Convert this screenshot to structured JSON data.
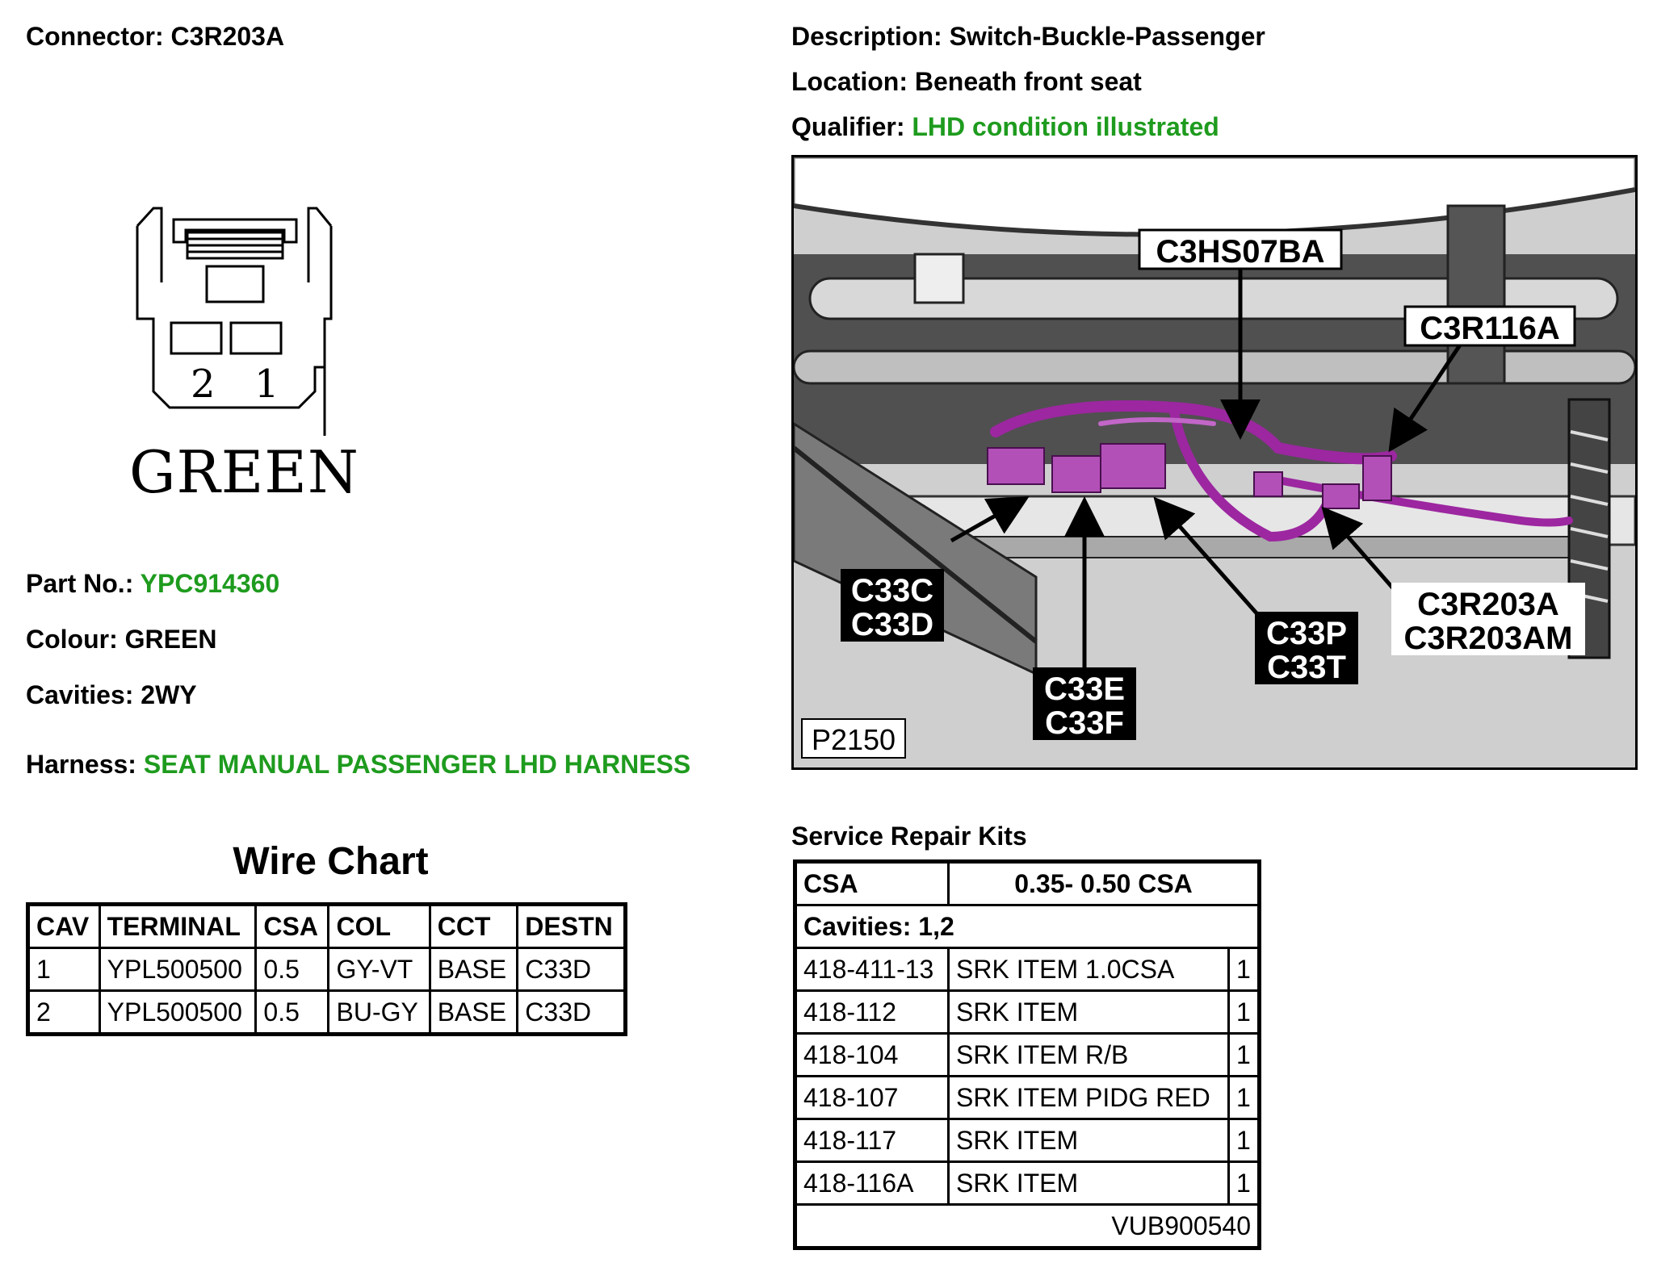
{
  "connector": {
    "label": "Connector:",
    "value": "C3R203A"
  },
  "description": {
    "label": "Description:",
    "value": "Switch-Buckle-Passenger"
  },
  "location": {
    "label": "Location:",
    "value": "Beneath front seat"
  },
  "qualifier": {
    "label": "Qualifier:",
    "value": "LHD condition illustrated"
  },
  "drawing": {
    "pin_labels": [
      "2",
      "1"
    ],
    "colour_text": "GREEN"
  },
  "part_no": {
    "label": "Part No.:",
    "value": "YPC914360"
  },
  "colour": {
    "label": "Colour:",
    "value": "GREEN"
  },
  "cavities": {
    "label": "Cavities:",
    "value": "2WY"
  },
  "harness": {
    "label": "Harness:",
    "value": "SEAT MANUAL PASSENGER LHD HARNESS"
  },
  "wire_chart": {
    "title": "Wire Chart",
    "headers": [
      "CAV",
      "TERMINAL",
      "CSA",
      "COL",
      "CCT",
      "DESTN"
    ],
    "rows": [
      [
        "1",
        "YPL500500",
        "0.5",
        "GY-VT",
        "BASE",
        "C33D"
      ],
      [
        "2",
        "YPL500500",
        "0.5",
        "BU-GY",
        "BASE",
        "C33D"
      ]
    ]
  },
  "photo": {
    "callouts": {
      "c3hs07ba": "C3HS07BA",
      "c3r116a": "C3R116A",
      "c33c": "C33C",
      "c33d": "C33D",
      "c33e": "C33E",
      "c33f": "C33F",
      "c33p": "C33P",
      "c33t": "C33T",
      "c3r203a": "C3R203A",
      "c3r203am": "C3R203AM"
    },
    "figure_id": "P2150",
    "colors": {
      "harness": "#9c27a0",
      "background": "#cfcfcf"
    }
  },
  "service_kits": {
    "title": "Service Repair Kits",
    "csa_label": "CSA",
    "csa_value": "0.35- 0.50 CSA",
    "cavities_text": "Cavities: 1,2",
    "items": [
      [
        "418-411-13",
        "SRK ITEM 1.0CSA",
        "1"
      ],
      [
        "418-112",
        "SRK ITEM",
        "1"
      ],
      [
        "418-104",
        "SRK ITEM R/B",
        "1"
      ],
      [
        "418-107",
        "SRK ITEM PIDG RED",
        "1"
      ],
      [
        "418-117",
        "SRK ITEM",
        "1"
      ],
      [
        "418-116A",
        "SRK ITEM",
        "1"
      ]
    ],
    "footer": "VUB900540"
  }
}
